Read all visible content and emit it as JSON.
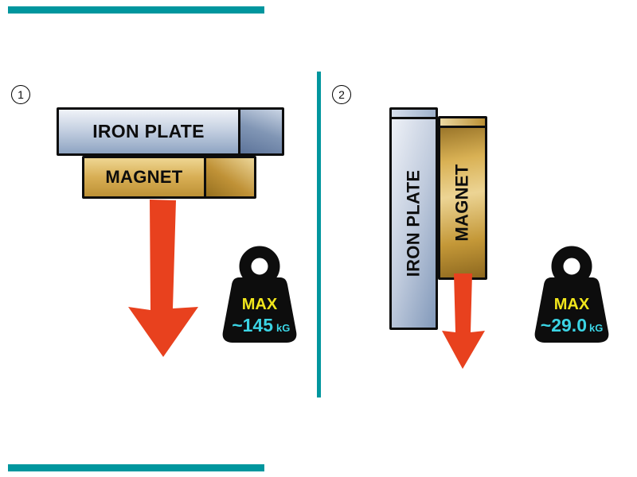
{
  "theme": {
    "accent_teal": "#00969e",
    "arrow_red": "#e8411e",
    "plate_blue": "#9db2cc",
    "magnet_gold": "#d2a64b",
    "weight_black": "#0d0d0d",
    "max_yellow": "#f2e71c",
    "value_cyan": "#3bd4e4"
  },
  "panel1": {
    "number": "1",
    "plate_label": "IRON PLATE",
    "magnet_label": "MAGNET",
    "max_label": "MAX",
    "value": "~145",
    "unit": "kG"
  },
  "panel2": {
    "number": "2",
    "plate_label": "IRON PLATE",
    "magnet_label": "MAGNET",
    "max_label": "MAX",
    "value": "~29.0",
    "unit": "kG"
  }
}
